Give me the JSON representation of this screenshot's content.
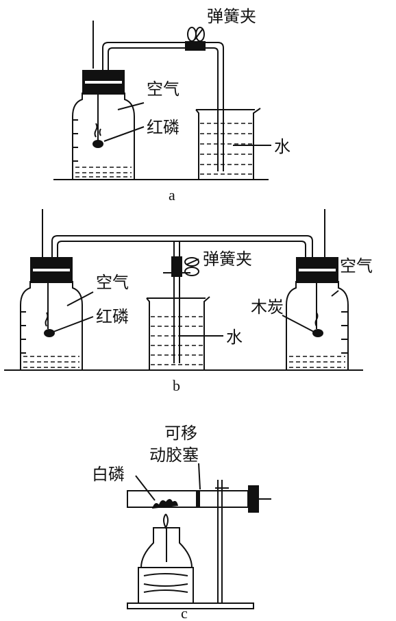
{
  "diagram_a": {
    "caption": "a",
    "labels": {
      "clamp": "弹簧夹",
      "air": "空气",
      "red_phosphorus": "红磷",
      "water": "水"
    }
  },
  "diagram_b": {
    "caption": "b",
    "labels": {
      "clamp": "弹簧夹",
      "air_left": "空气",
      "red_phosphorus": "红磷",
      "water": "水",
      "air_right": "空气",
      "charcoal": "木炭"
    }
  },
  "diagram_c": {
    "caption": "c",
    "labels": {
      "movable_plug_line1": "可移",
      "movable_plug_line2": "动胶塞",
      "white_phosphorus": "白磷"
    }
  }
}
